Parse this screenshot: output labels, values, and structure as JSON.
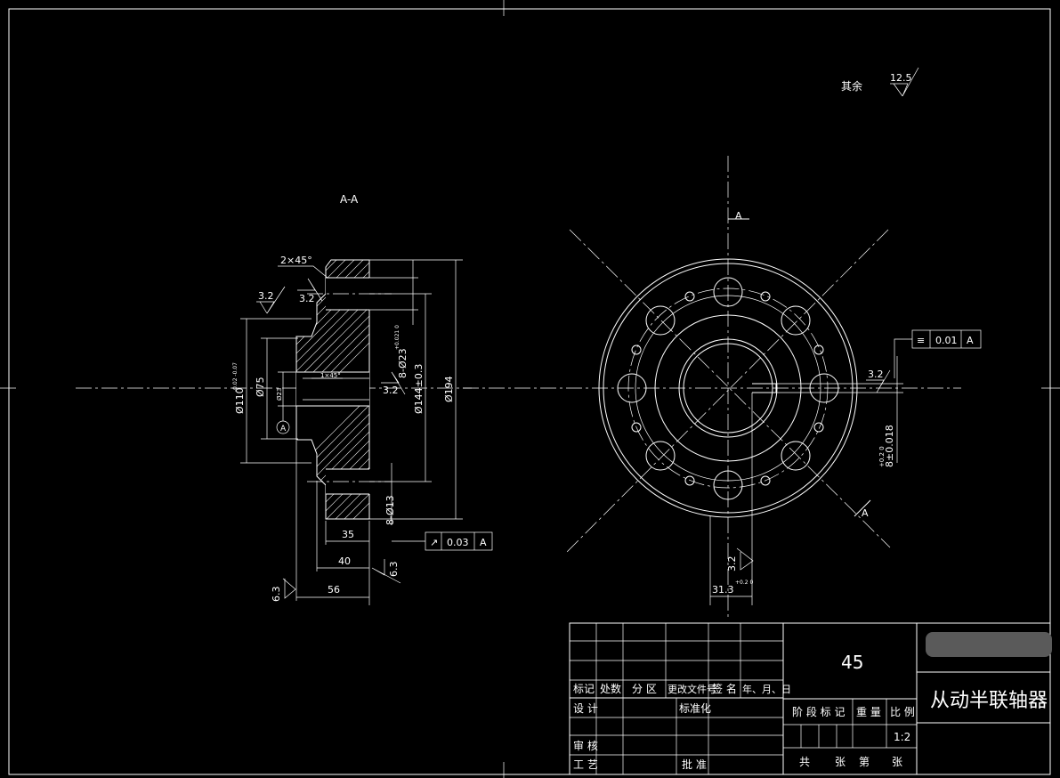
{
  "surface_roughness_note": {
    "label": "其余",
    "value": "12.5"
  },
  "section_label": "A-A",
  "section_view": {
    "chamfer": "2×45°",
    "roughness": [
      "3.2",
      "3.2",
      "3.2",
      "6.3",
      "6.3"
    ],
    "small_chamfer": "1×45°",
    "dims": {
      "d110": "Ø110",
      "d110_tol": "-0.02 -0.07",
      "d75": "Ø75",
      "bore": "Ø23",
      "holes": "8-Ø23",
      "holes_tol": "+0.021 0",
      "pcd": "Ø144±0.3",
      "od": "Ø194",
      "bolt_holes": "8-Ø13",
      "len35": "35",
      "len40": "40",
      "len56": "56"
    },
    "datum": "A",
    "runout_frame": {
      "symbol": "↗",
      "value": "0.03",
      "datum": "A"
    }
  },
  "front_view": {
    "section_mark": "A",
    "symmetry_frame": {
      "symbol": "≡",
      "value": "0.01",
      "datum": "A"
    },
    "roughness": [
      "3.2",
      "3.2"
    ],
    "keyway_width": "8±0.018",
    "keyway_width_tol": "+0.2 0",
    "keyway_depth": "31.3",
    "keyway_depth_tol": "+0.2 0"
  },
  "title_block": {
    "material": "45",
    "part_name": "从动半联轴器",
    "col_headers": [
      "标记",
      "处数",
      "分 区",
      "更改文件号",
      "签 名",
      "年、月、日"
    ],
    "design": "设 计",
    "standardization": "标准化",
    "review": "审 核",
    "process": "工 艺",
    "approve": "批 准",
    "stage_mark": "阶 段 标 记",
    "weight": "重 量",
    "scale_label": "比 例",
    "scale": "1:2",
    "sheets_total": "共",
    "sheets_unit": "张",
    "sheet_no": "第",
    "sheet_unit2": "张"
  }
}
